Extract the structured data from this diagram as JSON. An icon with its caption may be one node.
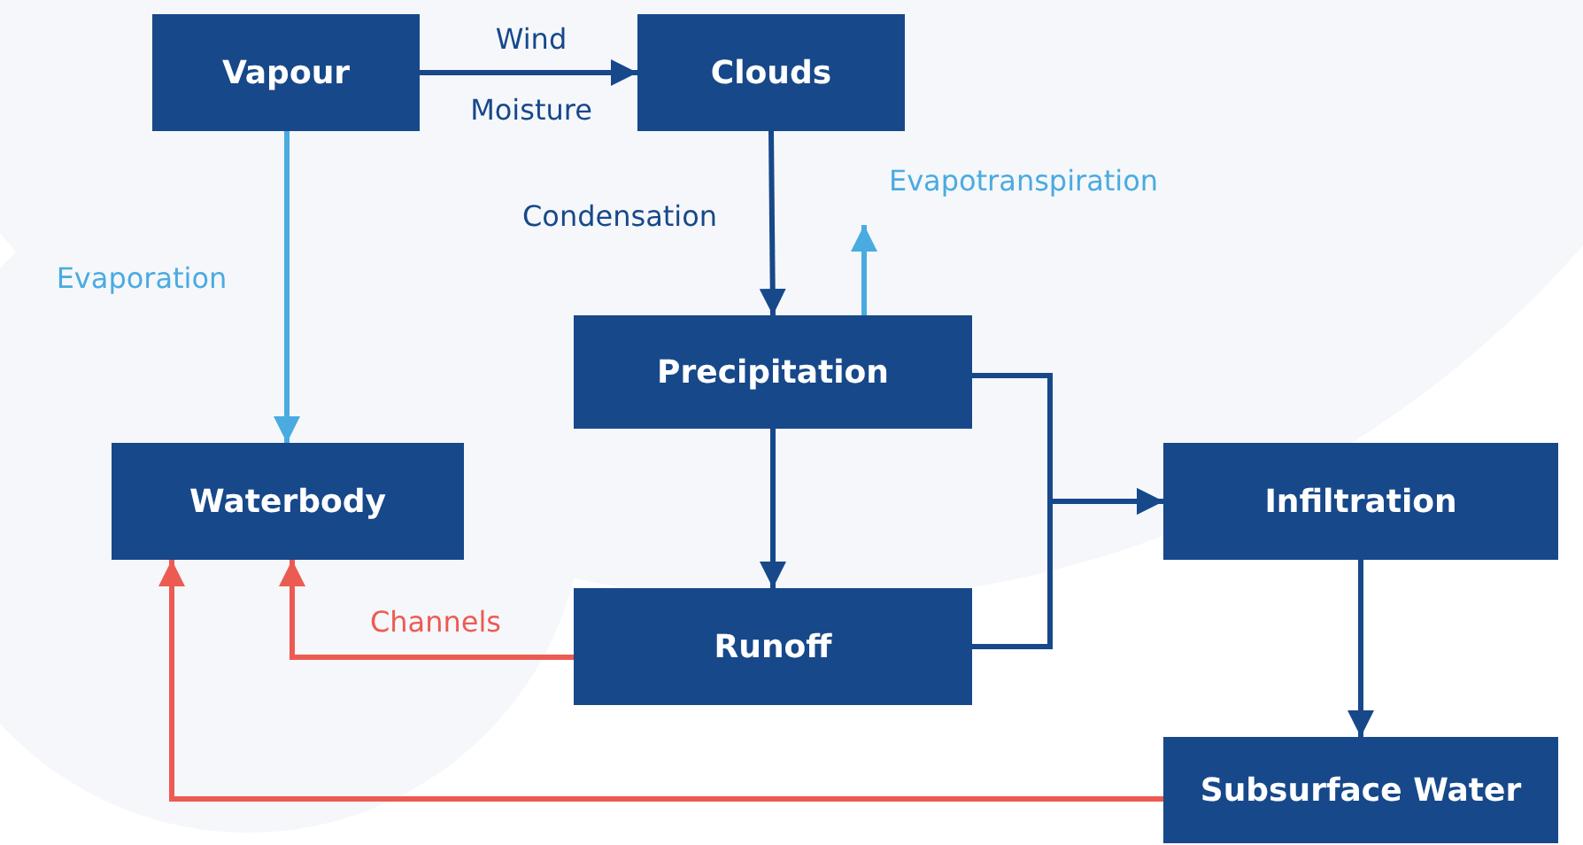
{
  "diagram": {
    "nodes": [
      {
        "text": [
          "Vapour"
        ]
      },
      {
        "text": [
          "Clouds"
        ]
      },
      {
        "text": [
          "Precipitation"
        ]
      },
      {
        "text": [
          "Waterbody"
        ]
      },
      {
        "text": [
          "Infiltration"
        ]
      },
      {
        "text": [
          "Runoff"
        ]
      },
      {
        "text": [
          "Subsurface Water"
        ]
      }
    ],
    "edges": [
      {
        "from": 0,
        "to": 1,
        "arrow": "to",
        "label": "Wind"
      },
      {
        "from": 1,
        "to": 2,
        "arrow": "to",
        "label": "Condensation"
      },
      {
        "from": 2,
        "to": null,
        "arrow": "to",
        "label": "Evapotranspiration",
        "color": "#4aabe0"
      },
      {
        "from": 0,
        "to": 3,
        "arrow": "to",
        "label": "Evaporation",
        "color": "#4aabe0"
      },
      {
        "from": 2,
        "to": 5,
        "arrow": "to"
      },
      {
        "from": 2,
        "to": 4,
        "arrow": "to"
      },
      {
        "from": 5,
        "to": 4,
        "arrow": "to"
      },
      {
        "from": 4,
        "to": 6,
        "arrow": "to"
      },
      {
        "from": 5,
        "to": 3,
        "arrow": "to",
        "label": "Channels",
        "color": "#ec5b52"
      },
      {
        "from": 6,
        "to": 3,
        "arrow": "to",
        "color": "#ec5b52"
      }
    ],
    "labels": [
      "Moisture"
    ]
  }
}
